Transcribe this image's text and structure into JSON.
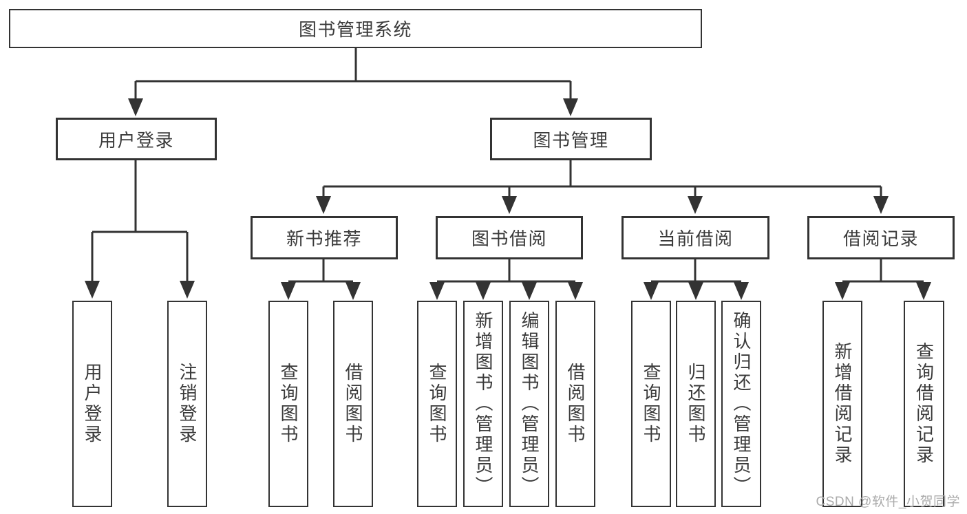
{
  "page": {
    "background": "#ffffff",
    "line_color": "#333333",
    "text_color": "#3a3a3a",
    "watermark_color": "#ababab"
  },
  "diagram": {
    "type": "hierarchy-tree",
    "root": {
      "label": "图书管理系统"
    },
    "level2": [
      {
        "id": "user-login",
        "label": "用户登录"
      },
      {
        "id": "book-management",
        "label": "图书管理"
      }
    ],
    "level3": [
      {
        "id": "new-book-recommendation",
        "label": "新书推荐",
        "parent": "book-management"
      },
      {
        "id": "book-borrowing",
        "label": "图书借阅",
        "parent": "book-management"
      },
      {
        "id": "current-borrowing",
        "label": "当前借阅",
        "parent": "book-management"
      },
      {
        "id": "borrowing-records",
        "label": "借阅记录",
        "parent": "book-management"
      }
    ],
    "leaves": [
      {
        "label": "用户登录",
        "parent": "user-login"
      },
      {
        "label": "注销登录",
        "parent": "user-login"
      },
      {
        "label": "查询图书",
        "parent": "new-book-recommendation"
      },
      {
        "label": "借阅图书",
        "parent": "new-book-recommendation"
      },
      {
        "label": "查询图书",
        "parent": "book-borrowing"
      },
      {
        "label": "新增图书（管理员）",
        "parent": "book-borrowing"
      },
      {
        "label": "编辑图书（管理员）",
        "parent": "book-borrowing"
      },
      {
        "label": "借阅图书",
        "parent": "book-borrowing"
      },
      {
        "label": "查询图书",
        "parent": "current-borrowing"
      },
      {
        "label": "归还图书",
        "parent": "current-borrowing"
      },
      {
        "label": "确认归还（管理员）",
        "parent": "current-borrowing"
      },
      {
        "label": "新增借阅记录",
        "parent": "borrowing-records"
      },
      {
        "label": "查询借阅记录",
        "parent": "borrowing-records"
      }
    ]
  },
  "watermark": {
    "text": "CSDN @软件_小贺同学"
  }
}
